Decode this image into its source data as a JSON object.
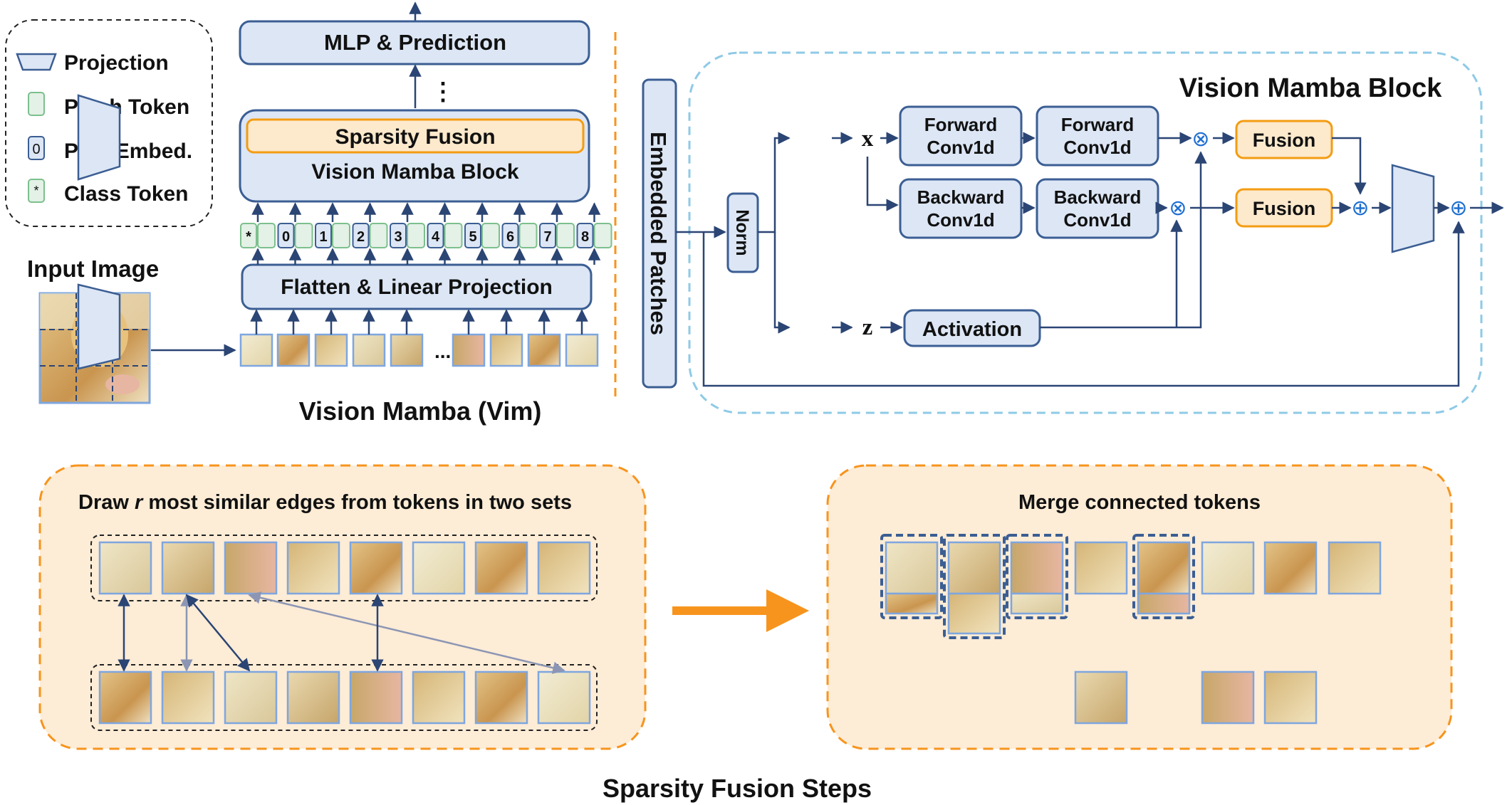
{
  "legend": {
    "projection": "Projection",
    "patch_token": "Patch Token",
    "pos_embed": "Pos. Embed.",
    "pos_symbol": "0",
    "class_token": "Class Token",
    "class_symbol": "*"
  },
  "vim": {
    "mlp": "MLP & Prediction",
    "dots": "⋮",
    "sparsity_fusion": "Sparsity Fusion",
    "block": "Vision Mamba Block",
    "flatten": "Flatten & Linear Projection",
    "tokens": [
      "*",
      "0",
      "1",
      "2",
      "3",
      "4",
      "5",
      "6",
      "7",
      "8"
    ],
    "input_label": "Input Image",
    "ellipsis": "...",
    "caption": "Vision Mamba (Vim)"
  },
  "block": {
    "title": "Vision Mamba Block",
    "embedded": "Embedded Patches",
    "norm": "Norm",
    "x": "x",
    "z": "z",
    "fwd1": "Forward",
    "fwd2": "Conv1d",
    "bwd1": "Backward",
    "bwd2": "Conv1d",
    "fusion": "Fusion",
    "activation": "Activation",
    "otimes": "⊗",
    "oplus": "⊕"
  },
  "steps": {
    "left_title_pre": "Draw ",
    "left_title_r": "r",
    "left_title_post": " most similar edges from tokens in two sets",
    "right_title": "Merge connected tokens",
    "caption": "Sparsity Fusion Steps"
  },
  "colors": {
    "box_fill": "#dce6f5",
    "box_stroke": "#3b5e93",
    "orange": "#f39c12",
    "orange_fill": "#fde9cc",
    "dashed_blue": "#8ecae6"
  }
}
